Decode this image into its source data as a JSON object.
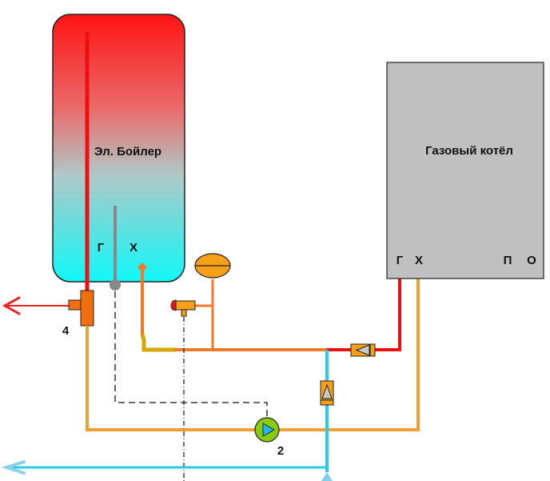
{
  "electric_boiler": {
    "title": "Эл. Бойлер",
    "hot_label": "Г",
    "cold_label": "Х",
    "gradient_top": "#ff1a1a",
    "gradient_mid": "#c8aaaa",
    "gradient_bottom": "#19f2f2"
  },
  "gas_boiler": {
    "title": "Газовый котёл",
    "ports": [
      "Г",
      "Х",
      "П",
      "О"
    ],
    "fill": "#c0c0c0"
  },
  "components": {
    "mixing_valve_label": "4",
    "pump_label": "2"
  },
  "colors": {
    "hot": "#e81010",
    "warm": "#f07a28",
    "recirc": "#f0a030",
    "olive": "#d4a800",
    "cold": "#2ec8ea",
    "sensor": "#888888",
    "valve": "#f5a018",
    "pump": "#88cc11"
  }
}
